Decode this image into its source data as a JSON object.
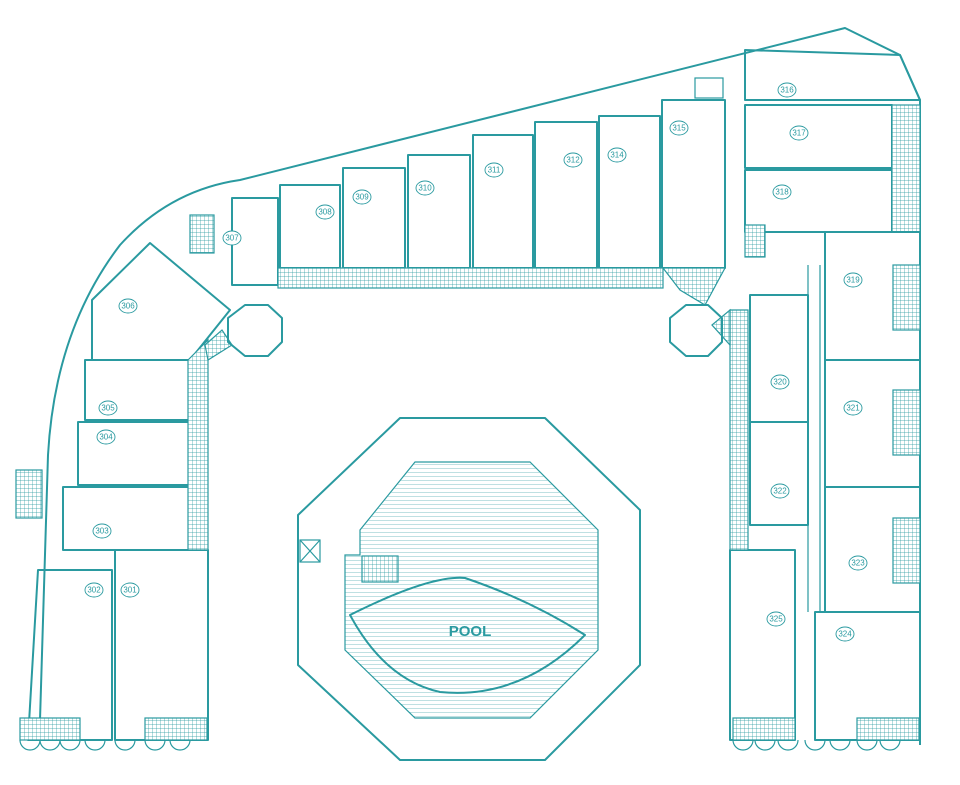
{
  "plan": {
    "pool_label": "POOL",
    "line_color": "#2a9aa0",
    "rooms": [
      {
        "id": "301",
        "label": "301"
      },
      {
        "id": "302",
        "label": "302"
      },
      {
        "id": "303",
        "label": "303"
      },
      {
        "id": "304",
        "label": "304"
      },
      {
        "id": "305",
        "label": "305"
      },
      {
        "id": "306",
        "label": "306"
      },
      {
        "id": "307",
        "label": "307"
      },
      {
        "id": "308",
        "label": "308"
      },
      {
        "id": "309",
        "label": "309"
      },
      {
        "id": "310",
        "label": "310"
      },
      {
        "id": "311",
        "label": "311"
      },
      {
        "id": "312",
        "label": "312"
      },
      {
        "id": "314",
        "label": "314"
      },
      {
        "id": "315",
        "label": "315"
      },
      {
        "id": "316",
        "label": "316"
      },
      {
        "id": "317",
        "label": "317"
      },
      {
        "id": "318",
        "label": "318"
      },
      {
        "id": "319",
        "label": "319"
      },
      {
        "id": "320",
        "label": "320"
      },
      {
        "id": "321",
        "label": "321"
      },
      {
        "id": "322",
        "label": "322"
      },
      {
        "id": "323",
        "label": "323"
      },
      {
        "id": "324",
        "label": "324"
      },
      {
        "id": "325",
        "label": "325"
      }
    ]
  }
}
